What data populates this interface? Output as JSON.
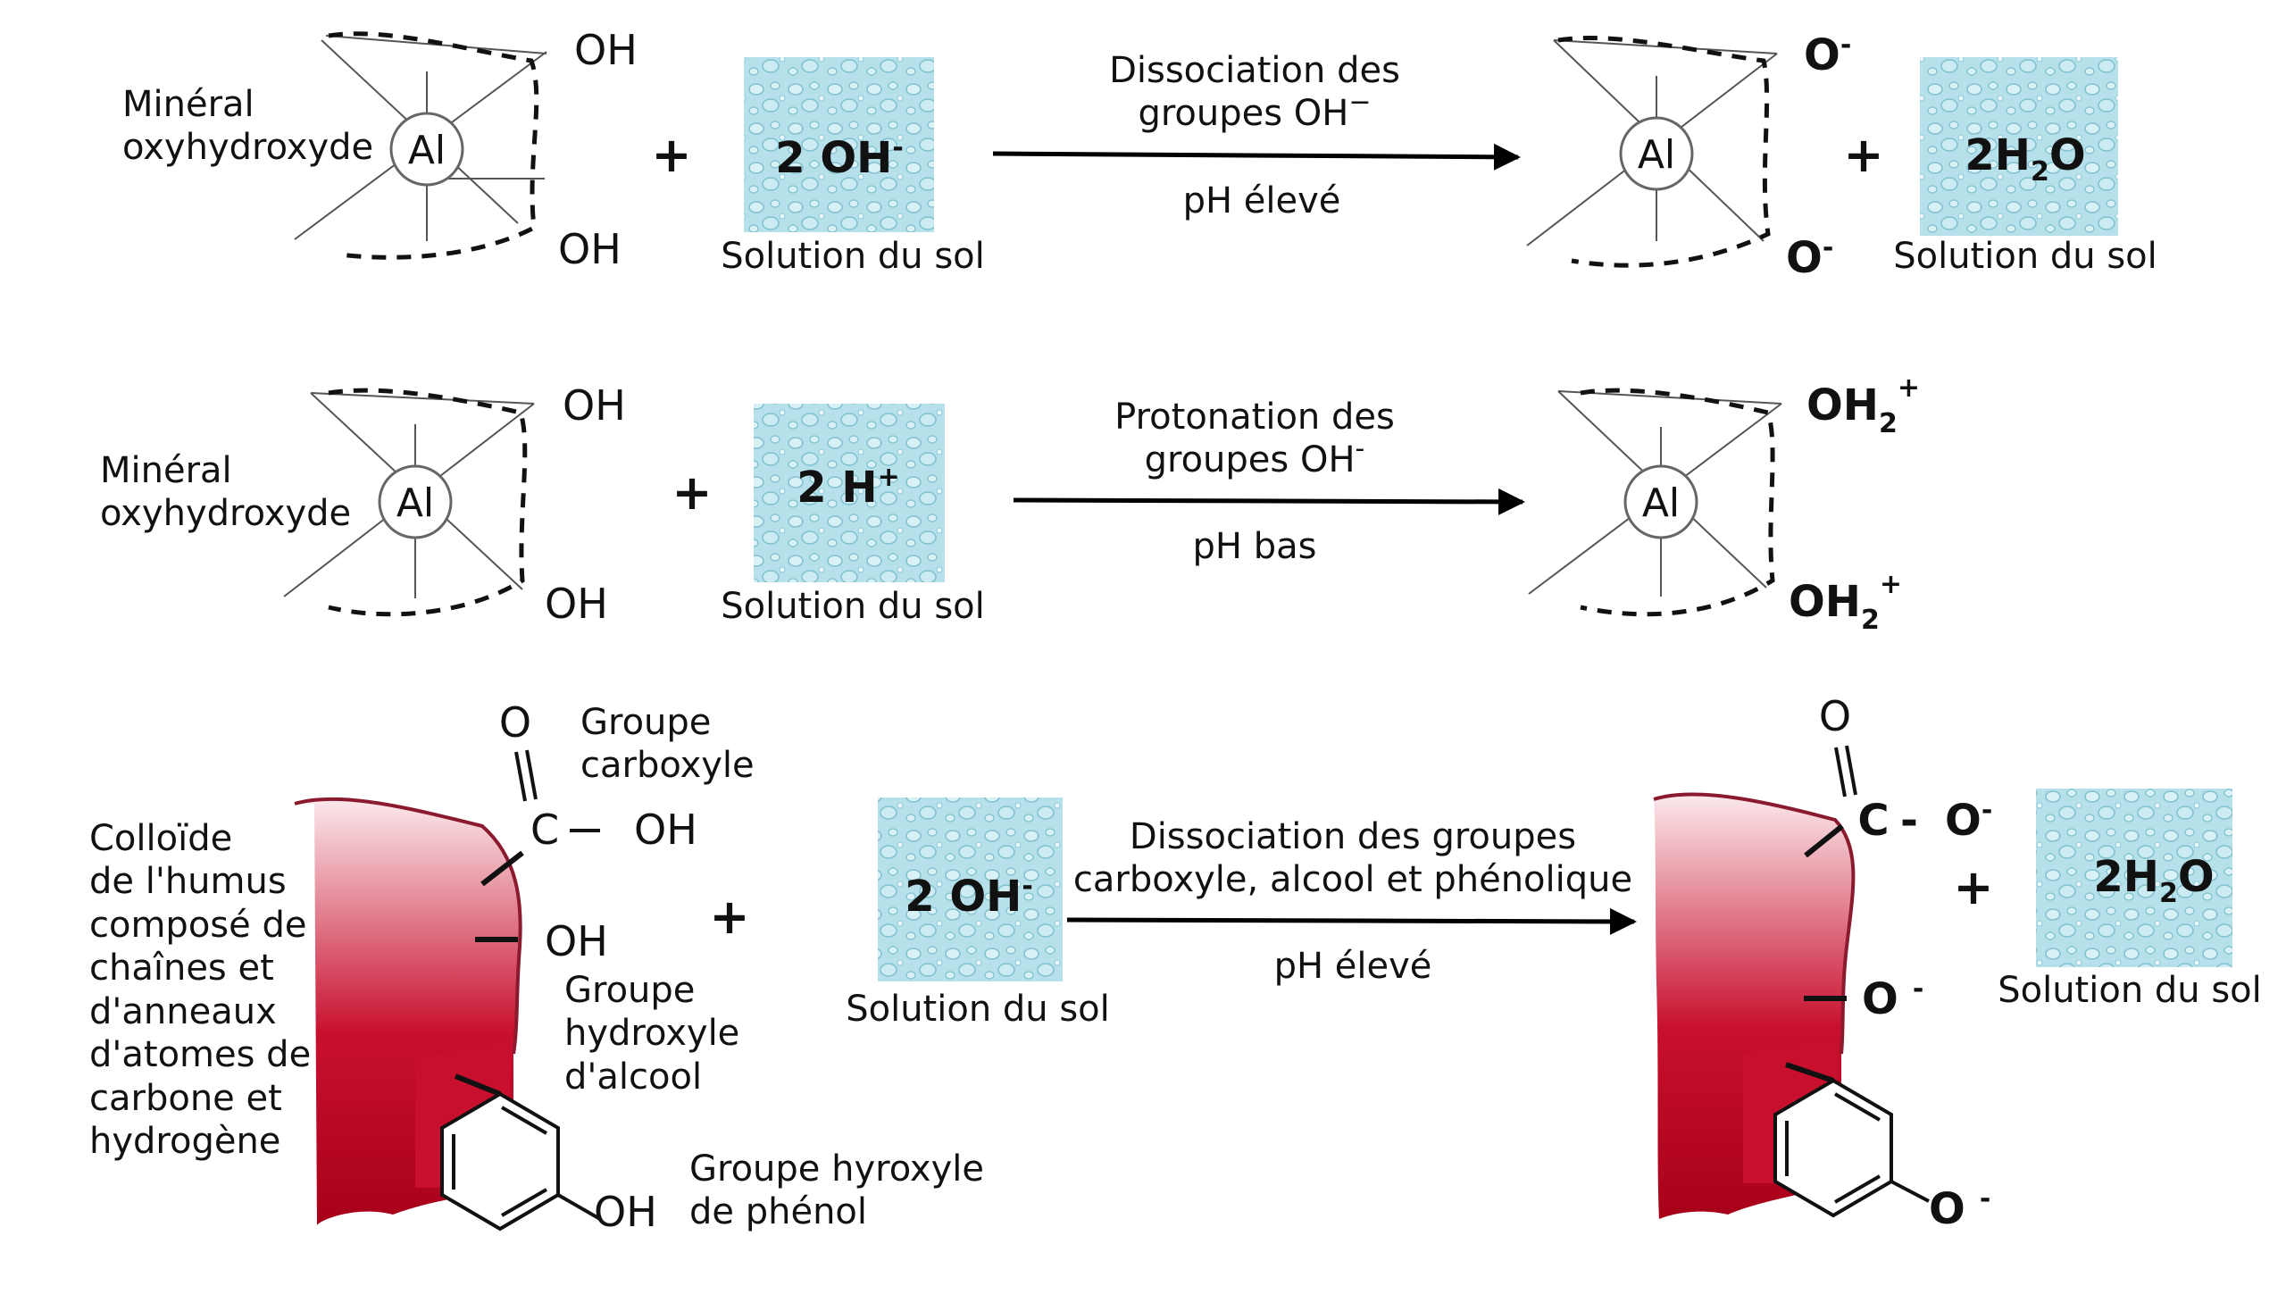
{
  "colors": {
    "water_light": "#d4eef3",
    "water_dark": "#8ccbd8",
    "humus_dark": "#a8001a",
    "humus_light": "#fbe9ec",
    "humus_outline": "#8b1a2e"
  },
  "row1": {
    "mineral_label_1": "Minéral",
    "mineral_label_2": "oxyhydroxyde",
    "al": "Al",
    "oh_top": "OH",
    "oh_bottom": "OH",
    "plus": "+",
    "reagent_coef": "2 OH",
    "reagent_sup": "-",
    "solution_label": "Solution du sol",
    "arrow_text_1": "Dissociation des",
    "arrow_text_2": "groupes OH",
    "arrow_text_2_sup": "−",
    "arrow_condition": "pH élevé",
    "product_al": "Al",
    "product_o_top": "O",
    "product_o_top_sup": "-",
    "product_o_bottom": "O",
    "product_o_bottom_sup": "-",
    "product_plus": "+",
    "product_water_main": "2H",
    "product_water_sub": "2",
    "product_water_end": "O",
    "product_solution_label": "Solution du sol"
  },
  "row2": {
    "mineral_label_1": "Minéral",
    "mineral_label_2": "oxyhydroxyde",
    "al": "Al",
    "oh_top": "OH",
    "oh_bottom": "OH",
    "plus": "+",
    "reagent_coef": "2 H",
    "reagent_sup": "+",
    "solution_label": "Solution du sol",
    "arrow_text_1": "Protonation des",
    "arrow_text_2": "groupes OH",
    "arrow_text_2_sup": "-",
    "arrow_condition": "pH bas",
    "product_al": "Al",
    "product_top_main": "OH",
    "product_top_sub": "2",
    "product_top_sup": "+",
    "product_bottom_main": "OH",
    "product_bottom_sub": "2",
    "product_bottom_sup": "+"
  },
  "row3": {
    "colloid_lines": [
      "Colloïde",
      "de l'humus",
      "composé de",
      "chaînes et",
      "d'anneaux",
      "d'atomes de",
      "carbone et",
      "hydrogène"
    ],
    "carboxyl_label_1": "Groupe",
    "carboxyl_label_2": "carboxyle",
    "atom_o": "O",
    "atom_c": "C",
    "carboxyl_oh": "OH",
    "alcohol_oh": "OH",
    "alcohol_label_1": "Groupe",
    "alcohol_label_2": "hydroxyle",
    "alcohol_label_3": "d'alcool",
    "phenol_oh": "OH",
    "phenol_label_1": "Groupe hyroxyle",
    "phenol_label_2": "de phénol",
    "plus": "+",
    "reagent_coef": "2 OH",
    "reagent_sup": "-",
    "solution_label": "Solution du sol",
    "arrow_text_1": "Dissociation des groupes",
    "arrow_text_2": "carboxyle, alcool et phénolique",
    "arrow_condition": "pH élevé",
    "product_atom_o": "O",
    "product_atom_c": "C",
    "product_c_dash": "-",
    "product_carboxyl_o": "O",
    "product_carboxyl_sup": "-",
    "product_alcohol_o": "O",
    "product_alcohol_sup": "-",
    "product_phenol_o": "O",
    "product_phenol_sup": "-",
    "product_plus": "+",
    "product_water_main": "2H",
    "product_water_sub": "2",
    "product_water_end": "O",
    "product_solution_label": "Solution du sol"
  }
}
